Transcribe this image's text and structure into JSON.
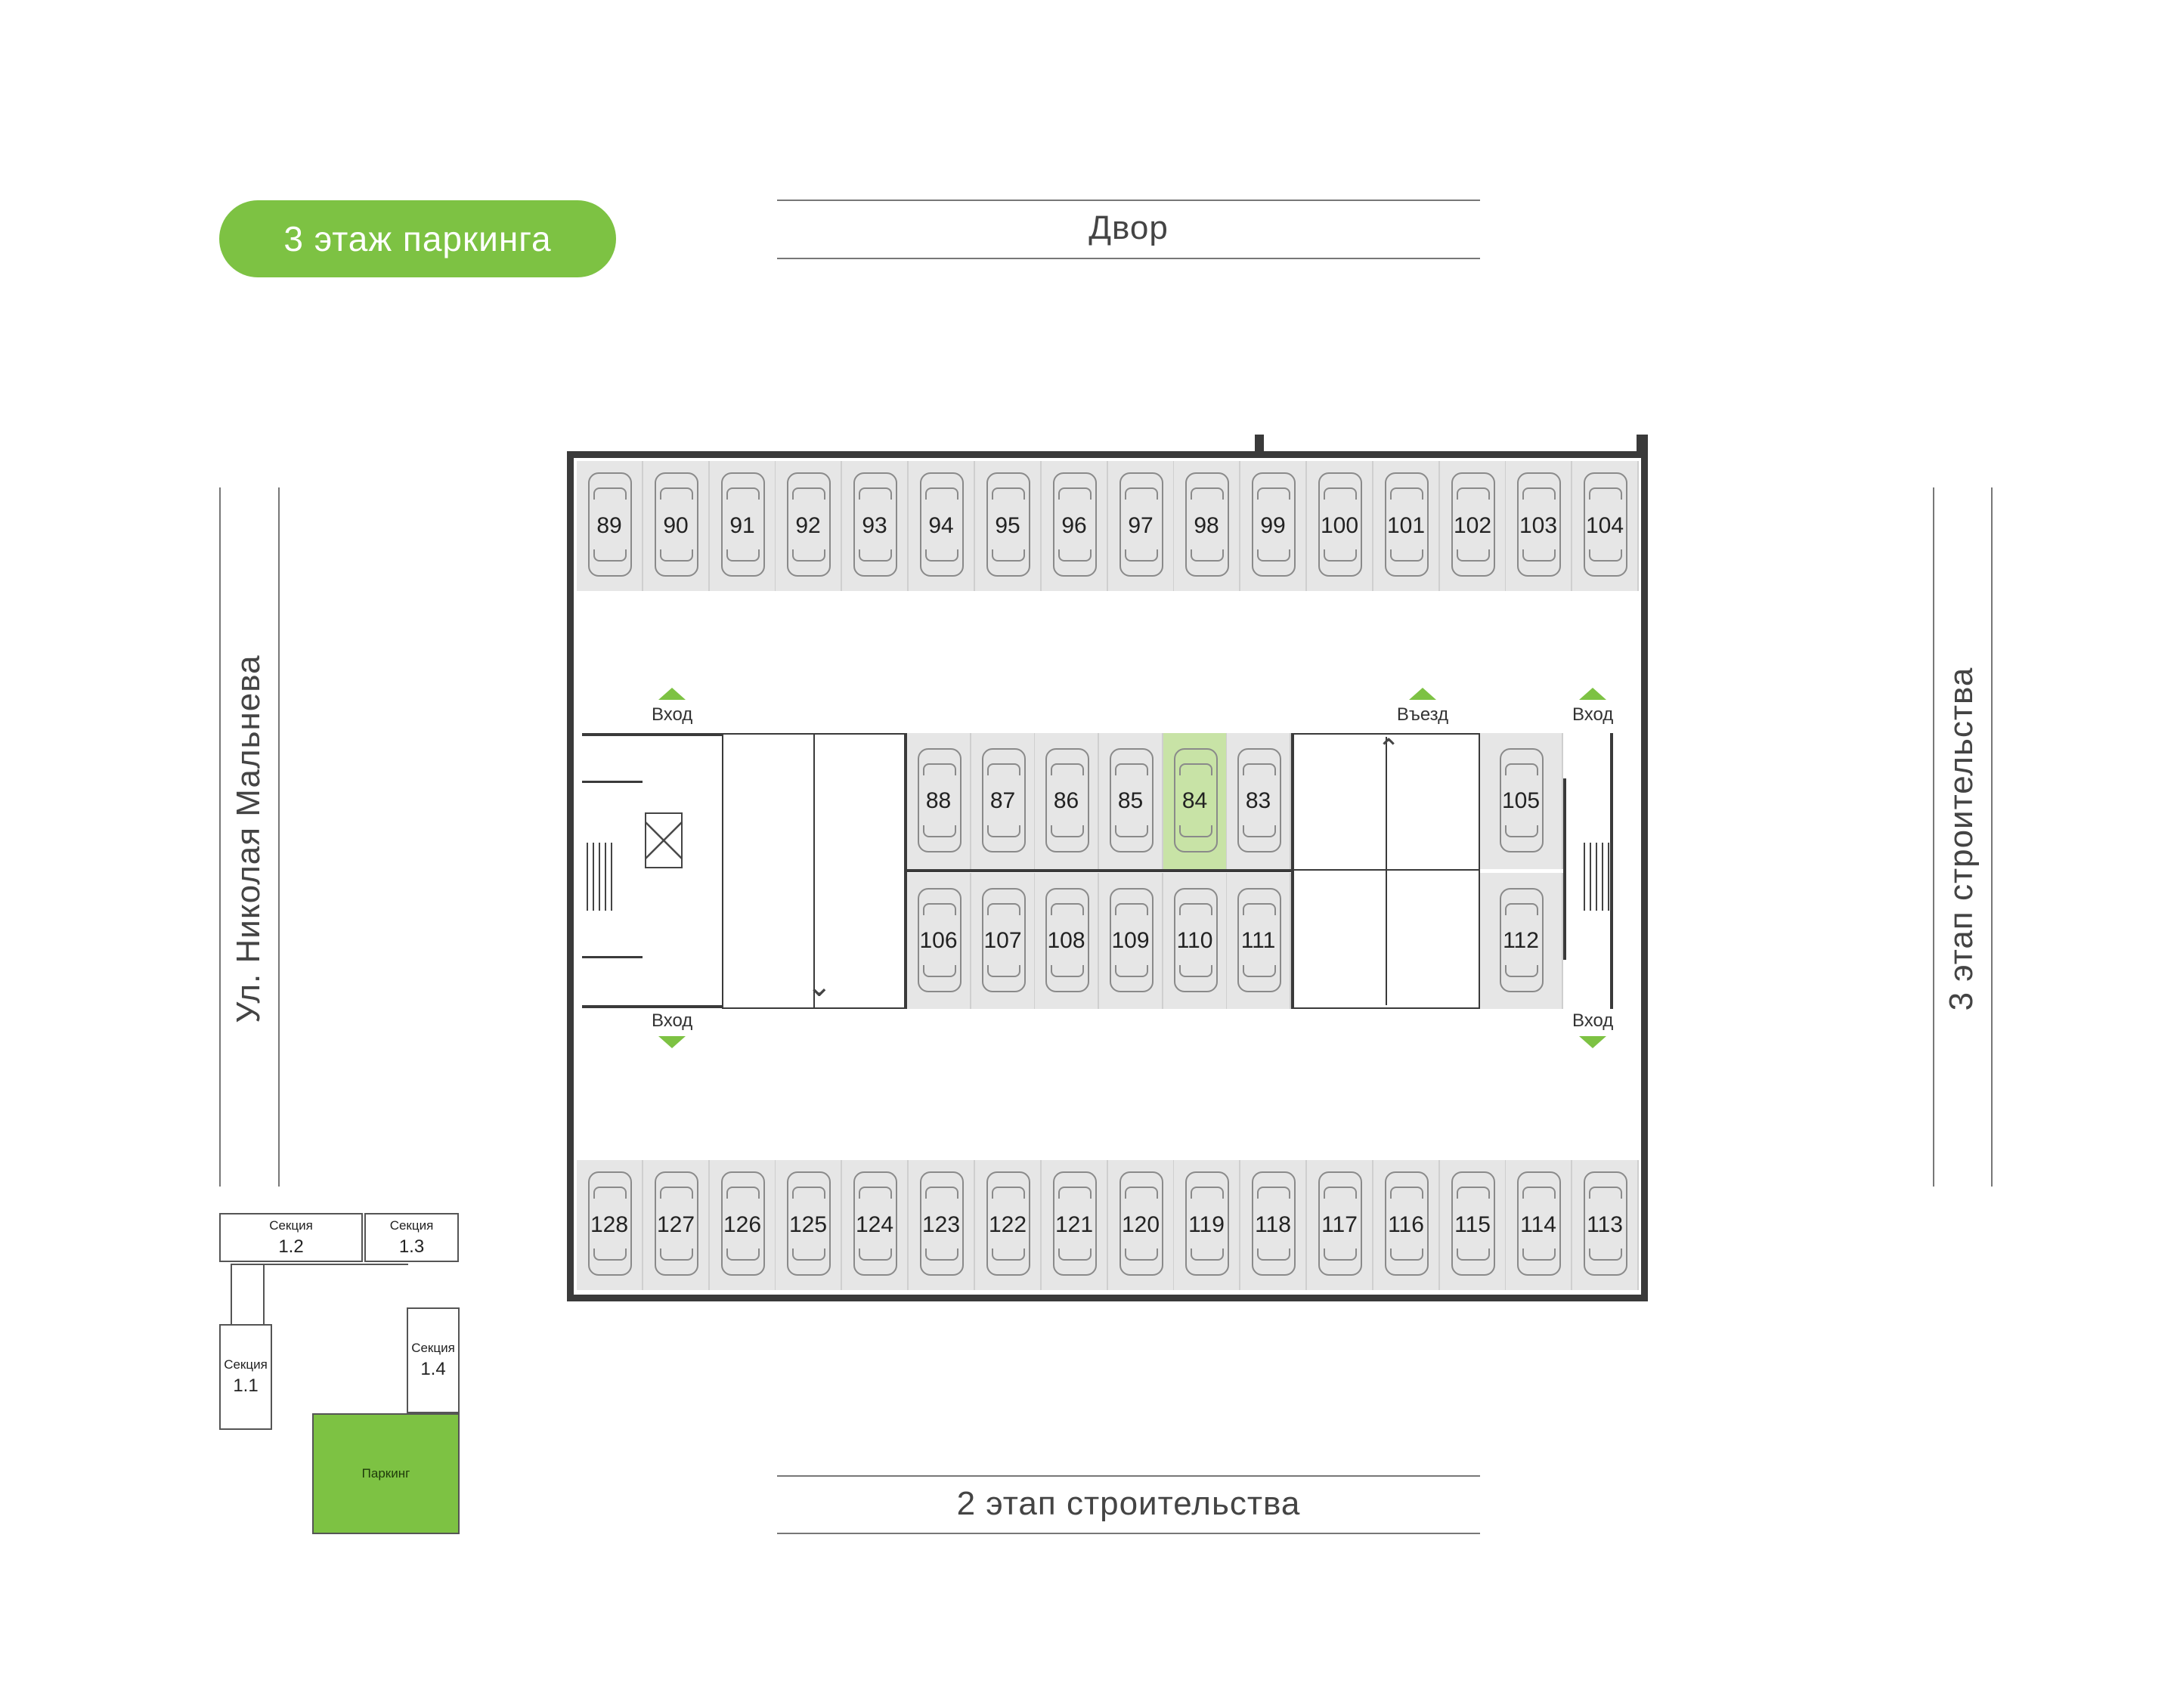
{
  "floor_badge": "3 этаж паркинга",
  "labels": {
    "top": "Двор",
    "bottom": "2 этап строительства",
    "left": "Ул. Николая Мальнева",
    "right": "3 этап строительства"
  },
  "entries": {
    "vhod": "Вход",
    "vezd": "Въезд"
  },
  "spots": {
    "top_row": [
      "89",
      "90",
      "91",
      "92",
      "93",
      "94",
      "95",
      "96",
      "97",
      "98",
      "99",
      "100",
      "101",
      "102",
      "103",
      "104"
    ],
    "mid_upper": [
      "88",
      "87",
      "86",
      "85",
      "84",
      "83"
    ],
    "mid_lower": [
      "106",
      "107",
      "108",
      "109",
      "110",
      "111"
    ],
    "right_upper": "105",
    "right_lower": "112",
    "bottom_row": [
      "128",
      "127",
      "126",
      "125",
      "124",
      "123",
      "122",
      "121",
      "120",
      "119",
      "118",
      "117",
      "116",
      "115",
      "114",
      "113"
    ],
    "selected": "84"
  },
  "mini_map": {
    "section_word": "Секция",
    "s12": "1.2",
    "s13": "1.3",
    "s11": "1.1",
    "s14": "1.4",
    "parking": "Паркинг"
  },
  "colors": {
    "accent": "#7dc243",
    "selected_spot": "#c8e3a6",
    "spot": "#e6e6e6",
    "wall": "#3a3a3a"
  }
}
